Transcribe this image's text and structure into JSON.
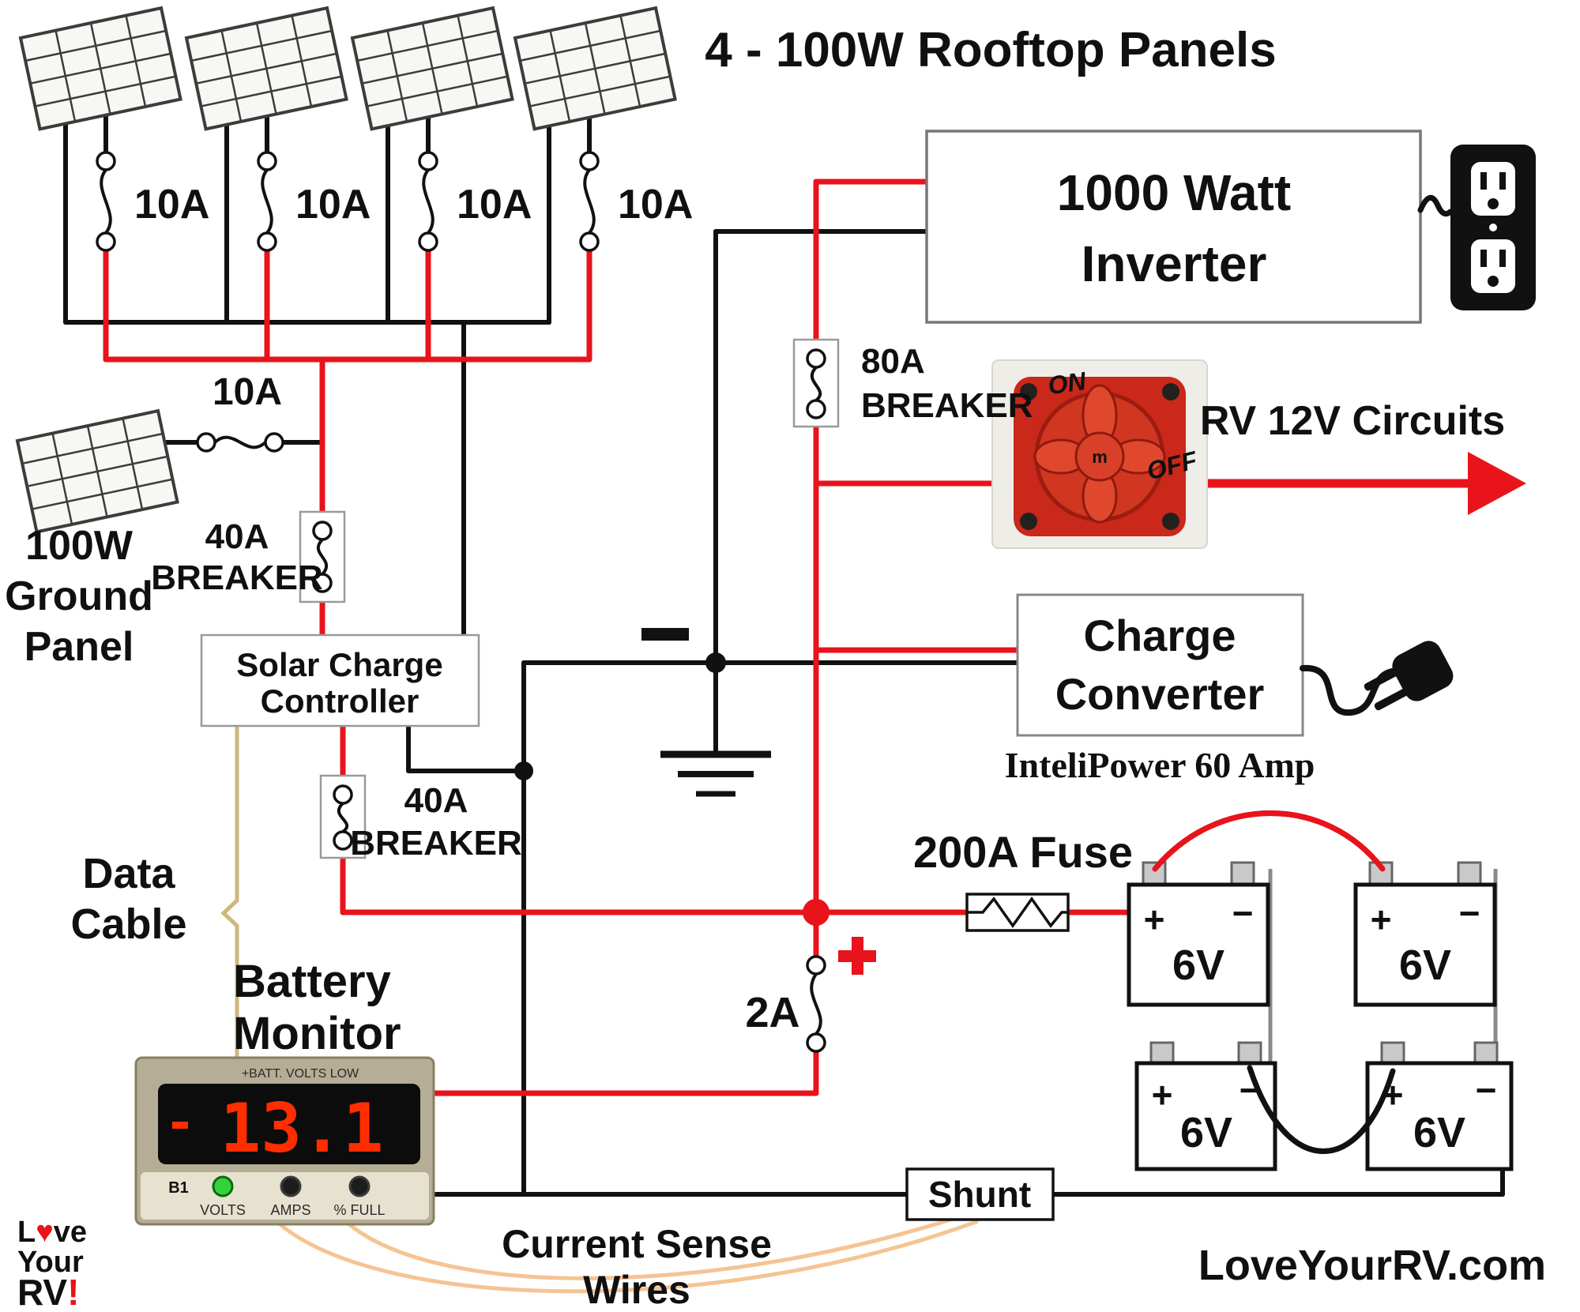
{
  "title": "4 - 100W Rooftop Panels",
  "rooftop": {
    "breakers": [
      "10A",
      "10A",
      "10A",
      "10A"
    ]
  },
  "ground_panel": {
    "line1": "100W",
    "line2": "Ground",
    "line3": "Panel",
    "breaker": "10A"
  },
  "inverter": {
    "line1": "1000 Watt",
    "line2": "Inverter"
  },
  "breaker_80": {
    "amps": "80A",
    "word": "BREAKER"
  },
  "breaker_40_top": {
    "amps": "40A",
    "word": "BREAKER"
  },
  "breaker_40_bottom": {
    "amps": "40A",
    "word": "BREAKER"
  },
  "breaker_2a": "2A",
  "battery_switch": {
    "on": "ON",
    "off": "OFF",
    "center": "m"
  },
  "rv_circuits": "RV 12V Circuits",
  "charge_converter": {
    "line1": "Charge",
    "line2": "Converter",
    "model": "InteliPower 60 Amp"
  },
  "solar_controller": {
    "line1": "Solar Charge",
    "line2": "Controller"
  },
  "fuse": {
    "label": "200A Fuse"
  },
  "shunt": {
    "label": "Shunt"
  },
  "data_cable": {
    "line1": "Data",
    "line2": "Cable"
  },
  "battery_monitor": {
    "title1": "Battery",
    "title2": "Monitor",
    "top_text": "+BATT. VOLTS LOW",
    "display": "13.1",
    "led_b1": "B1",
    "volts": "VOLTS",
    "amps": "AMPS",
    "full": "% FULL"
  },
  "batteries": {
    "labels": [
      "6V",
      "6V",
      "6V",
      "6V"
    ],
    "plus": "+",
    "minus": "−"
  },
  "sense_wires": {
    "line1": "Current Sense",
    "line2": "Wires"
  },
  "logo": {
    "l": "L",
    "heart": "♥",
    "ve": "ve",
    "your": "Your",
    "rv": "RV",
    "bang": "!"
  },
  "watermark": "LoveYourRV.com",
  "colors": {
    "wire_red": "#e8131b",
    "wire_black": "#111111",
    "accent_purple": "#5b34b8",
    "sense_tan": "#f5c493",
    "data_tan": "#cdb87c"
  }
}
